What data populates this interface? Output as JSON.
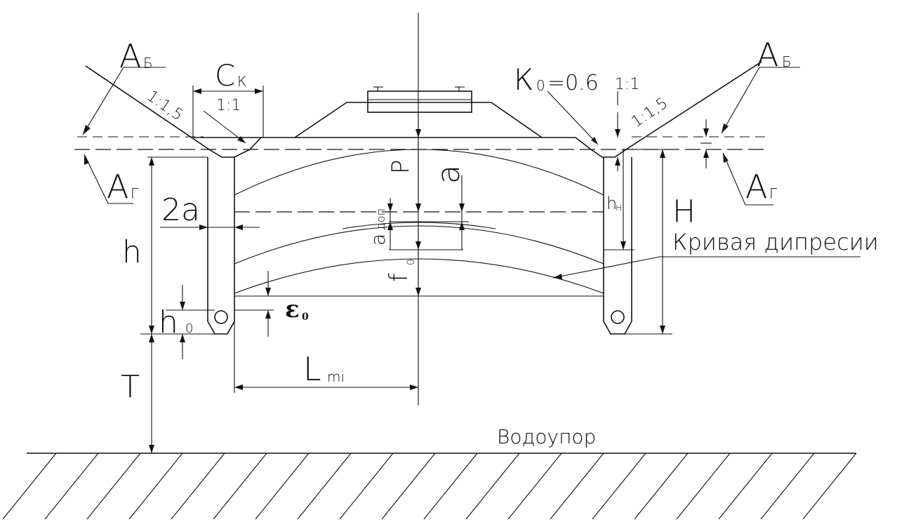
{
  "labels": {
    "a_b_left": "А",
    "a_b_left_sub": "Б",
    "a_b_right": "А",
    "a_b_right_sub": "Б",
    "a_g_left": "А",
    "a_g_left_sub": "Г",
    "a_g_right": "А",
    "a_g_right_sub": "Г",
    "c_k": "С",
    "c_k_sub": "К",
    "slope_left_outer": "1:1,5",
    "slope_left_inner": "1:1",
    "k0": "К",
    "k0_sub": "0",
    "k0_value": "=0.6",
    "slope_right_inner": "1:1",
    "slope_right_outer": "1:1,5",
    "p": "Р",
    "a_center": "а",
    "h_n": "h",
    "h_n_sub": "н",
    "H": "Н",
    "two_a": "2а",
    "a_dop": "а",
    "a_dop_sub": "доп",
    "depression_curve": "Кривая дипресии",
    "h": "h",
    "f0": "f",
    "f0_sub": "0",
    "epsilon0": "ε",
    "epsilon0_sub": "0",
    "h0": "h",
    "h0_sub": "0",
    "l_mi": "L",
    "l_mi_sub": "mi",
    "T": "Т",
    "aquiclude": "Водоупор"
  },
  "colors": {
    "ink": "#111111",
    "background": "#ffffff"
  }
}
